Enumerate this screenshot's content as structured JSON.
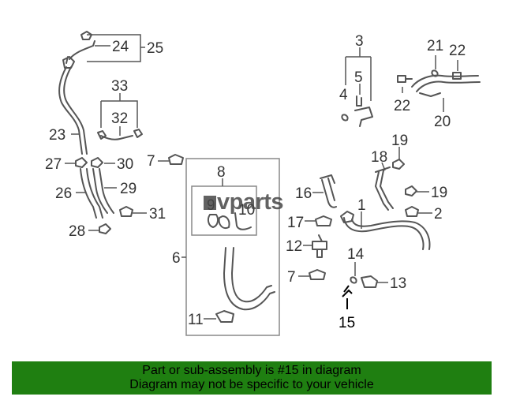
{
  "diagram": {
    "callouts": {
      "c1": "1",
      "c2": "2",
      "c3": "3",
      "c4": "4",
      "c5": "5",
      "c6": "6",
      "c7a": "7",
      "c7b": "7",
      "c8": "8",
      "c9": "9",
      "c10": "10",
      "c11": "11",
      "c12": "12",
      "c13": "13",
      "c14": "14",
      "c15": "15",
      "c16": "16",
      "c17": "17",
      "c18": "18",
      "c19a": "19",
      "c19b": "19",
      "c20": "20",
      "c21": "21",
      "c22a": "22",
      "c22b": "22",
      "c23": "23",
      "c24": "24",
      "c25": "25",
      "c26": "26",
      "c27": "27",
      "c28": "28",
      "c29": "29",
      "c30": "30",
      "c31": "31",
      "c32": "32",
      "c33": "33"
    },
    "highlight_part": "15",
    "watermark": "vparts"
  },
  "banner": {
    "line1": "Part or sub-assembly is #15 in diagram",
    "line2": "Diagram may not be specific to your vehicle",
    "background_color": "#1f7f11"
  }
}
